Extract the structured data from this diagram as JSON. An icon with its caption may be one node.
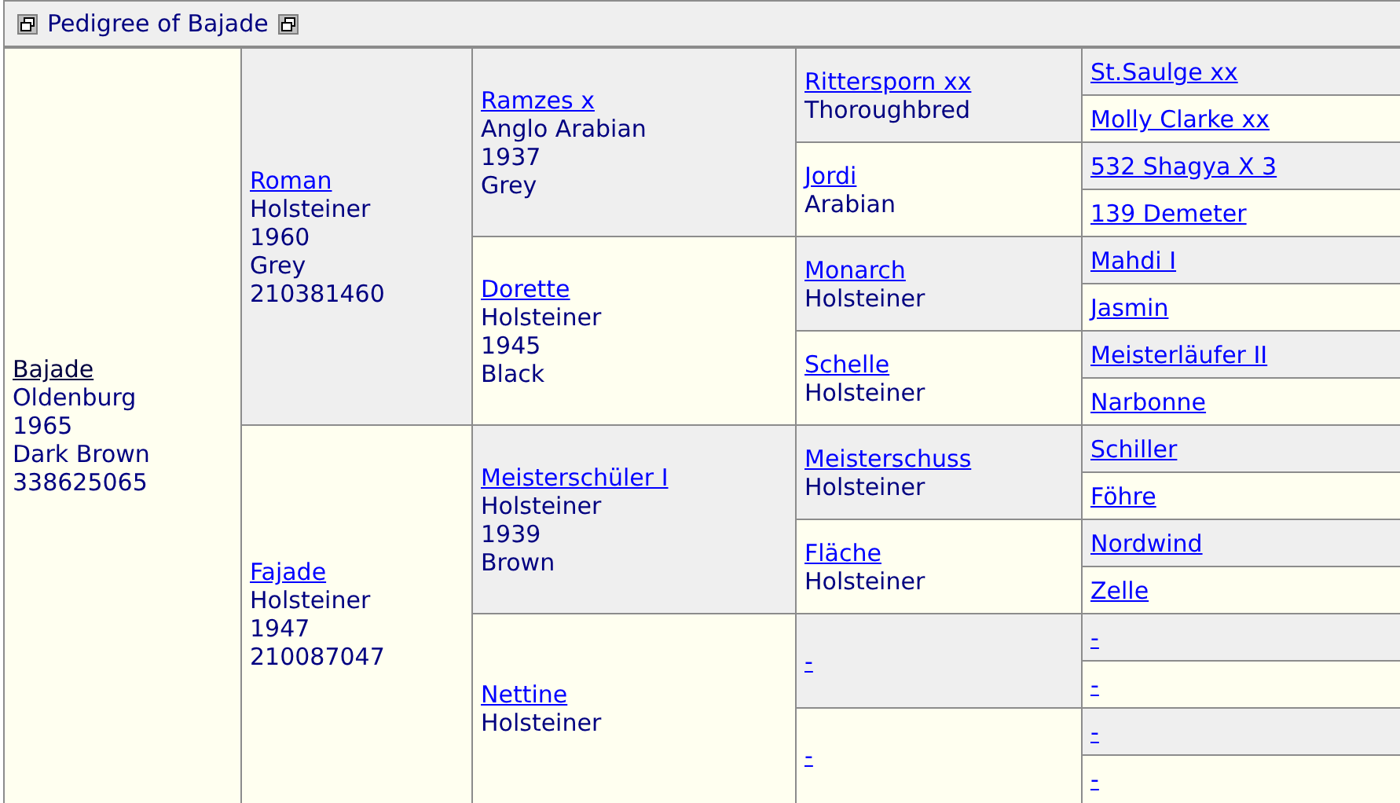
{
  "diagram": {
    "title": "Pedigree of Bajade",
    "nodes": [
      {
        "text": [
          "Bajade",
          "Oldenburg",
          "1965",
          "Dark Brown",
          "338625065"
        ]
      },
      {
        "text": [
          "Roman",
          "Holsteiner",
          "1960",
          "Grey",
          "210381460"
        ]
      },
      {
        "text": [
          "Ramzes x",
          "Anglo Arabian",
          "1937",
          "Grey"
        ]
      },
      {
        "text": [
          "Rittersporn xx",
          "Thoroughbred"
        ]
      },
      {
        "text": [
          "St.Saulge xx"
        ]
      },
      {
        "text": [
          "Molly Clarke xx"
        ]
      },
      {
        "text": [
          "Jordi",
          "Arabian"
        ]
      },
      {
        "text": [
          "532 Shagya X 3"
        ]
      },
      {
        "text": [
          "139 Demeter"
        ]
      },
      {
        "text": [
          "Dorette",
          "Holsteiner",
          "1945",
          "Black"
        ]
      },
      {
        "text": [
          "Monarch",
          "Holsteiner"
        ]
      },
      {
        "text": [
          "Mahdi I"
        ]
      },
      {
        "text": [
          "Jasmin"
        ]
      },
      {
        "text": [
          "Schelle",
          "Holsteiner"
        ]
      },
      {
        "text": [
          "Meisterläufer II"
        ]
      },
      {
        "text": [
          "Narbonne"
        ]
      },
      {
        "text": [
          "Fajade",
          "Holsteiner",
          "1947",
          "210087047"
        ]
      },
      {
        "text": [
          "Meisterschüler I",
          "Holsteiner",
          "1939",
          "Brown"
        ]
      },
      {
        "text": [
          "Meisterschuss",
          "Holsteiner"
        ]
      },
      {
        "text": [
          "Schiller"
        ]
      },
      {
        "text": [
          "Föhre"
        ]
      },
      {
        "text": [
          "Fläche",
          "Holsteiner"
        ]
      },
      {
        "text": [
          "Nordwind"
        ]
      },
      {
        "text": [
          "Zelle"
        ]
      },
      {
        "text": [
          "Nettine",
          "Holsteiner"
        ]
      },
      {
        "text": [
          "-"
        ]
      },
      {
        "text": [
          "-"
        ]
      },
      {
        "text": [
          "-"
        ]
      },
      {
        "text": [
          "-"
        ]
      },
      {
        "text": [
          "-"
        ]
      },
      {
        "text": [
          "-"
        ]
      }
    ]
  }
}
